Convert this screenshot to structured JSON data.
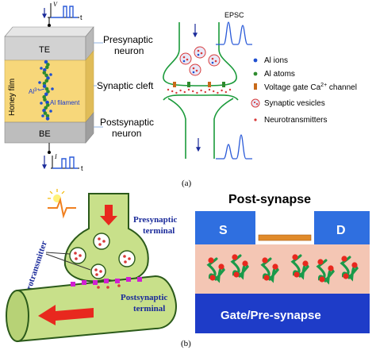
{
  "panel_a": {
    "device": {
      "te_label": "TE",
      "be_label": "BE",
      "honey_label": "Honey film",
      "al_ion_label": "Al",
      "al_ion_sup": "3+",
      "al_filament_label": "Al filament",
      "top_axis_v": "V",
      "top_axis_t": "t",
      "bottom_axis_i": "I",
      "bottom_axis_t": "t"
    },
    "labels": {
      "presynaptic_1": "Presynaptic",
      "presynaptic_2": "neuron",
      "cleft": "Synaptic cleft",
      "postsynaptic_1": "Postsynaptic",
      "postsynaptic_2": "neuron",
      "epsc": "EPSC"
    },
    "legend": [
      {
        "label": "Al ions",
        "color": "#1f4fd0"
      },
      {
        "label": "Al atoms",
        "color": "#2e8b2e"
      },
      {
        "label": "Voltage gate Ca",
        "sup": "2+",
        "tail": " channel",
        "color": "#c86a1a"
      },
      {
        "label": "Synaptic vesicles",
        "color": "#d83a3a"
      },
      {
        "label": "Neurotransmitters",
        "color": "#d83a3a"
      }
    ],
    "caption": "(a)"
  },
  "panel_b": {
    "neurotransmitter_label": "neurotransmitter",
    "presynaptic_1": "Presynaptic",
    "presynaptic_2": "terminal",
    "postsynaptic_1": "Postsynaptic",
    "postsynaptic_2": "terminal",
    "post_synapse_title": "Post-synapse",
    "source_label": "S",
    "drain_label": "D",
    "gate_label": "Gate/Pre-synapse",
    "caption": "(b)"
  },
  "colors": {
    "te_gray": "#d2d2d2",
    "honey_yellow": "#f7d77a",
    "neuron_green": "#1a9a3a",
    "arrow_red": "#e8281e",
    "navy_text": "#1a2a9a",
    "electrode_blue": "#2f6fe0",
    "gate_blue": "#1e3cc8",
    "channel_pink": "#f4c6b4",
    "terminal_green": "#c8e08a",
    "ion_magenta": "#d21ed2"
  }
}
